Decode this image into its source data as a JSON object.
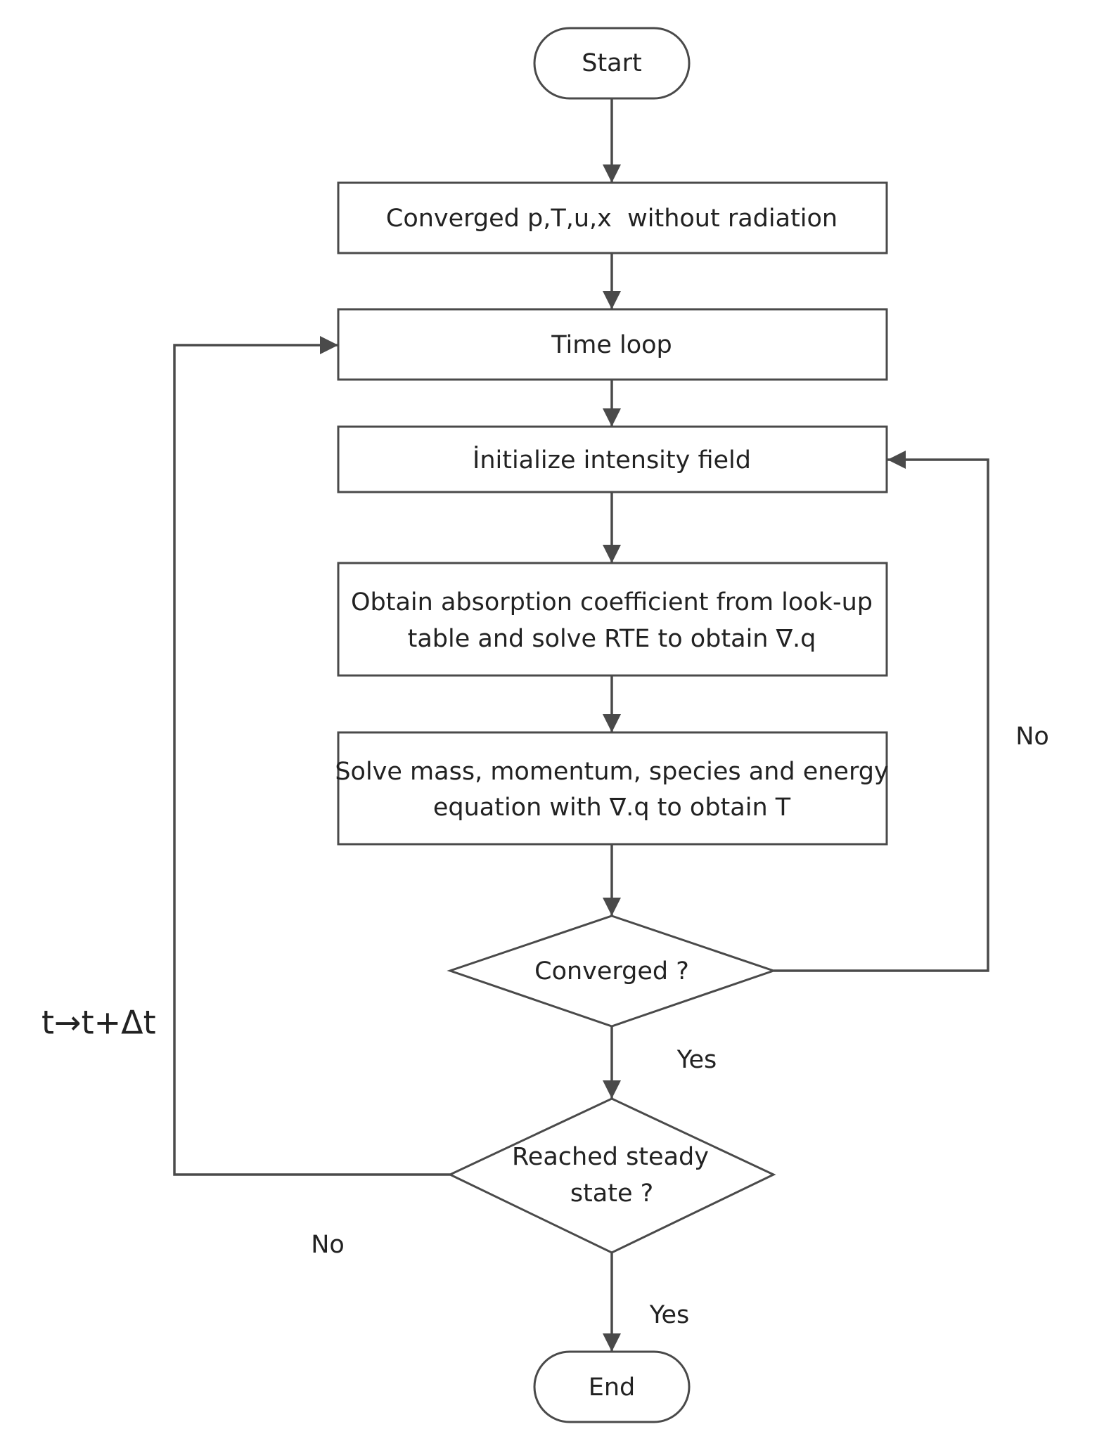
{
  "colors": {
    "stroke": "#4a4a4a",
    "fill": "#ffffff",
    "text": "#222222"
  },
  "nodes": {
    "start": "Start",
    "converged_no_radiation": "Converged p,T,u,x  without radiation",
    "time_loop": "Time loop",
    "initialize_intensity": "İnitialize intensity field",
    "absorption": {
      "line1": "Obtain absorption coefficient from look-up",
      "line2": "table and solve RTE to obtain ∇.q"
    },
    "solve_equations": {
      "line1": "Solve mass, momentum, species and energy",
      "line2": "equation with ∇.q to obtain T"
    },
    "converged_decision": "Converged ?",
    "steady_state_decision": {
      "line1": "Reached steady",
      "line2": "state ?"
    },
    "end": "End"
  },
  "edge_labels": {
    "converged_no": "No",
    "converged_yes": "Yes",
    "steady_no": "No",
    "steady_yes": "Yes",
    "time_step": "t→t+Δt"
  }
}
